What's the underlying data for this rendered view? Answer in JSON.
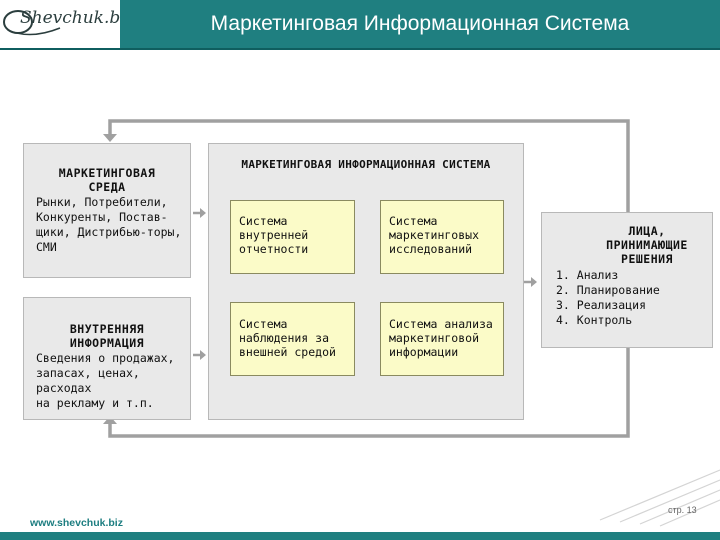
{
  "header": {
    "title": "Маркетинговая Информационная Система"
  },
  "logo": {
    "text": "Shevchuk.biz"
  },
  "env_box": {
    "title_line1": "МАРКЕТИНГОВАЯ",
    "title_line2": "СРЕДА",
    "body_lines": [
      "Рынки, Потребители,",
      "Конкуренты, Постав-",
      "щики, Дистрибью-торы,",
      "СМИ"
    ]
  },
  "internal_box": {
    "title_line1": "ВНУТРЕННЯЯ",
    "title_line2": "ИНФОРМАЦИЯ",
    "body_lines": [
      "Сведения о продажах,",
      "запасах, ценах, расходах",
      "на рекламу и т.п."
    ]
  },
  "mis_box": {
    "title": "МАРКЕТИНГОВАЯ ИНФОРМАЦИОННАЯ СИСТЕМА",
    "subsystems": [
      {
        "lines": [
          "Система",
          "внутренней",
          "отчетности"
        ]
      },
      {
        "lines": [
          "Система",
          "маркетинговых",
          "исследований"
        ]
      },
      {
        "lines": [
          "Система",
          "наблюдения за",
          "внешней средой"
        ]
      },
      {
        "lines": [
          "Система анализа",
          "маркетинговой",
          "информации"
        ]
      }
    ]
  },
  "decision_box": {
    "title_line1": "ЛИЦА,",
    "title_line2": "ПРИНИМАЮЩИЕ",
    "title_line3": "РЕШЕНИЯ",
    "items": [
      "1. Анализ",
      "2. Планирование",
      "3. Реализация",
      "4. Контроль"
    ]
  },
  "footer": {
    "url": "www.shevchuk.biz",
    "page": "стр. 13"
  },
  "colors": {
    "header": "#1f7f80",
    "box_grey": "#e9e9e9",
    "box_yellow": "#fbfbc8",
    "arrow": "#a0a0a0"
  }
}
